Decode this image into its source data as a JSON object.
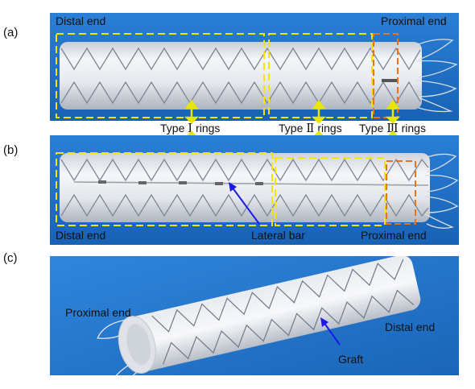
{
  "panels": {
    "a": {
      "letter": "(a)",
      "distal_label": "Distal end",
      "proximal_label": "Proximal end"
    },
    "b": {
      "letter": "(b)",
      "distal_label": "Distal end",
      "proximal_label": "Proximal end",
      "lateral_bar_label": "Lateral bar"
    },
    "c": {
      "letter": "(c)",
      "proximal_label": "Proximal end",
      "distal_label": "Distal end",
      "graft_label": "Graft"
    }
  },
  "ring_types": {
    "type1": {
      "word": "Type",
      "numeral": "Ⅰ",
      "suffix": "rings"
    },
    "type2": {
      "word": "Type",
      "numeral": "Ⅱ",
      "suffix": "rings"
    },
    "type3": {
      "word": "Type",
      "numeral": "Ⅲ",
      "suffix": "rings"
    }
  },
  "colors": {
    "background_blue": "#1f6fc4",
    "yellow_box": "#f2e600",
    "orange_box": "#e8731e",
    "arrow_yellow": "#e6e600",
    "arrow_blue": "#1a1ae6",
    "stent_white": "#eef0f3"
  }
}
